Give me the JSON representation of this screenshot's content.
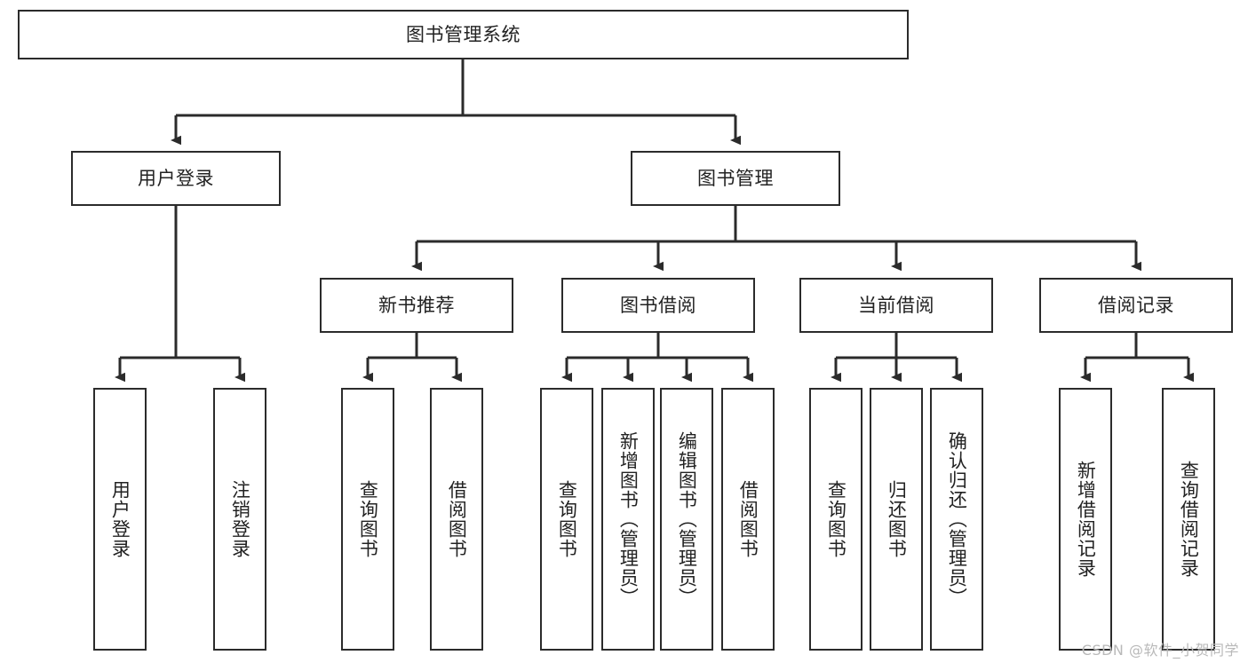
{
  "diagram": {
    "title": "图书管理系统",
    "type": "tree-hierarchy",
    "colors": {
      "box_border": "#2b2b2b",
      "box_fill": "#ffffff",
      "connector": "#2b2b2b",
      "text": "#222222",
      "watermark": "#b9b9b9",
      "background": "#ffffff"
    },
    "root": {
      "label": "图书管理系统"
    },
    "level2": [
      {
        "label": "用户登录"
      },
      {
        "label": "图书管理"
      }
    ],
    "level3": [
      {
        "label": "新书推荐"
      },
      {
        "label": "图书借阅"
      },
      {
        "label": "当前借阅"
      },
      {
        "label": "借阅记录"
      }
    ],
    "leaves": {
      "user_login": [
        {
          "label": "用户登录"
        },
        {
          "label": "注销登录"
        }
      ],
      "new_book_recommend": [
        {
          "label": "查询图书"
        },
        {
          "label": "借阅图书"
        }
      ],
      "book_borrow": [
        {
          "label": "查询图书"
        },
        {
          "label": "新增图书（管理员）"
        },
        {
          "label": "编辑图书（管理员）"
        },
        {
          "label": "借阅图书"
        }
      ],
      "current_borrow": [
        {
          "label": "查询图书"
        },
        {
          "label": "归还图书"
        },
        {
          "label": "确认归还（管理员）"
        }
      ],
      "borrow_record": [
        {
          "label": "新增借阅记录"
        },
        {
          "label": "查询借阅记录"
        }
      ]
    },
    "watermark": "CSDN @软件_小贺同学"
  }
}
